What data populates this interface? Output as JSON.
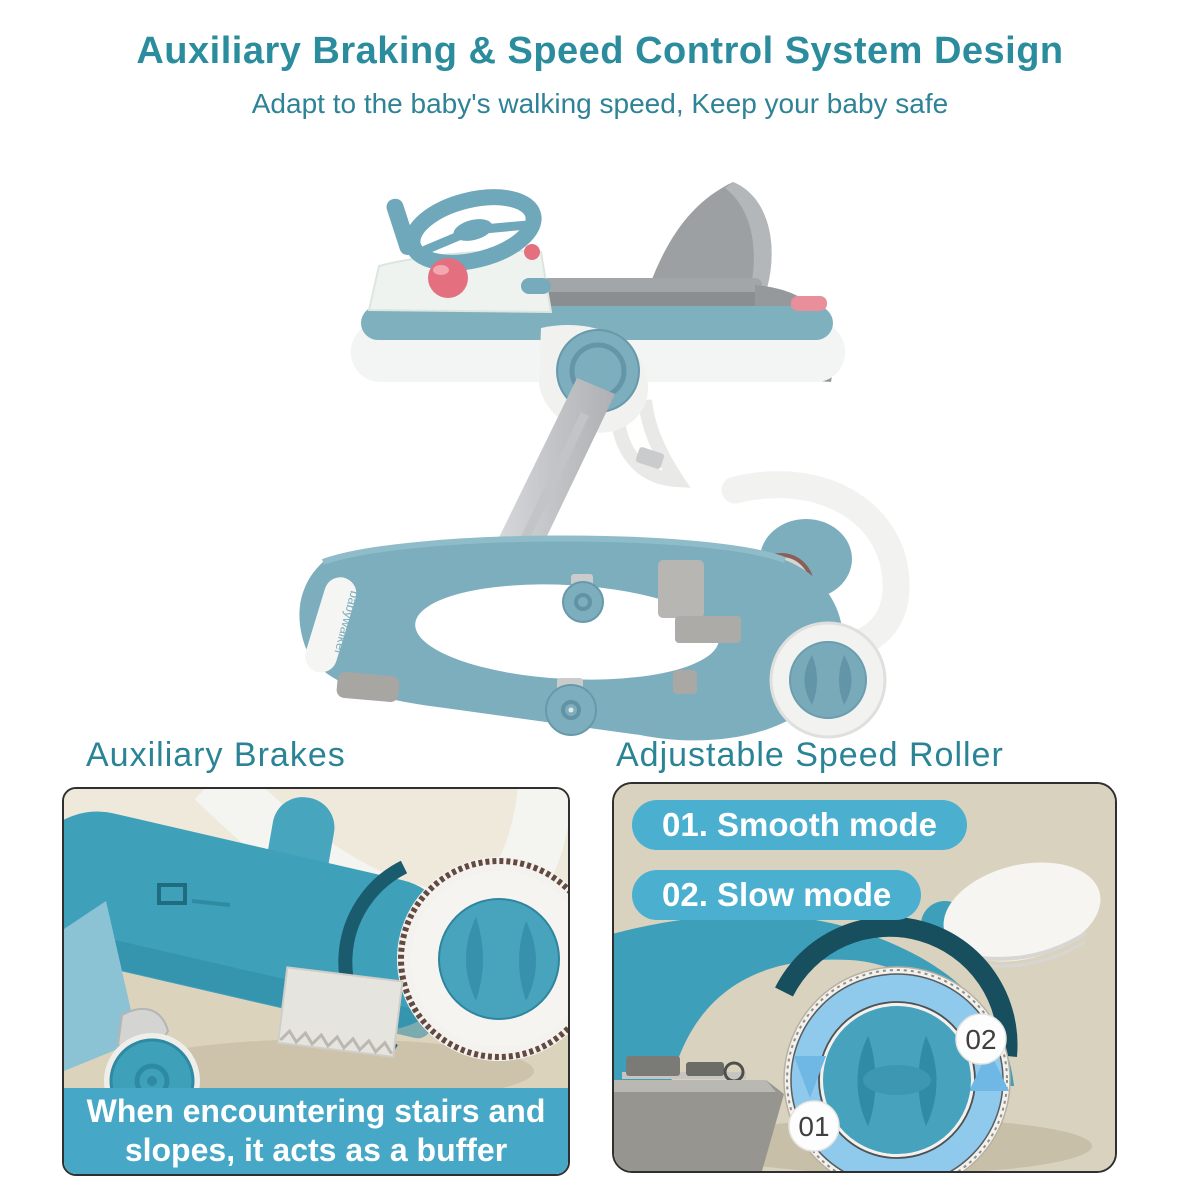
{
  "header": {
    "title": "Auxiliary Braking & Speed Control System Design",
    "subtitle": "Adapt to the baby's walking speed, Keep your baby safe"
  },
  "product": {
    "side_label": "babywalker"
  },
  "left_section": {
    "heading": "Auxiliary Brakes",
    "caption_lines": [
      "When encountering stairs and",
      "slopes, it acts as a buffer"
    ]
  },
  "right_section": {
    "heading": "Adjustable Speed Roller",
    "mode_pills": [
      "01. Smooth mode",
      "02. Slow mode"
    ],
    "wheel_markers": [
      "01",
      "02"
    ]
  },
  "colors": {
    "title_teal": "#2B8C9E",
    "heading_teal": "#2B8496",
    "pill_blue": "#4BAFD0",
    "caption_blue": "#46A8C6",
    "panel_beige": "#D9D2BF",
    "walker_teal_muted": "#7CAEBE",
    "walker_teal_bright": "#3E9FBB",
    "arrow_ring_blue": "#8FC9EC"
  }
}
